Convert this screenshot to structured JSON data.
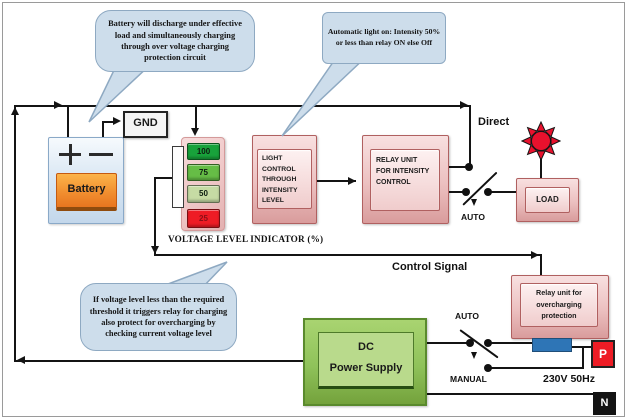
{
  "callouts": {
    "battery_note": "Battery will discharge under effective load and simultaneously charging through over voltage charging protection circuit",
    "auto_light_note": "Automatic light on: Intensity 50% or less than relay ON else Off",
    "threshold_note": "If voltage level less than the required threshold it triggers relay for charging also protect for overcharging by checking current voltage level"
  },
  "blocks": {
    "gnd": "GND",
    "battery": "Battery",
    "light_control": {
      "lines": [
        "LIGHT CONTROL",
        "THROUGH",
        "INTENSITY",
        "LEVEL"
      ]
    },
    "relay_intensity": {
      "lines": [
        "RELAY UNIT",
        "FOR INTENSITY",
        "CONTROL"
      ]
    },
    "load": "LOAD",
    "relay_overcharge": {
      "lines": [
        "Relay unit for",
        "overcharging",
        "protection"
      ]
    },
    "dc_supply": {
      "lines": [
        "DC",
        "Power Supply"
      ]
    },
    "phase": "P",
    "neutral": "N"
  },
  "indicator": {
    "title": "VOLTAGE LEVEL INDICATOR (%)",
    "segments": [
      {
        "value": "100",
        "color": "#18a23b"
      },
      {
        "value": "75",
        "color": "#66bd46"
      },
      {
        "value": "50",
        "color": "#c6dba4"
      },
      {
        "value": "25",
        "color": "#ee1c25"
      }
    ]
  },
  "labels": {
    "direct": "Direct",
    "auto_top": "AUTO",
    "control_signal": "Control Signal",
    "auto_bottom": "AUTO",
    "manual": "MANUAL",
    "mains": "230V 50Hz"
  },
  "colors": {
    "callout_fill": "#cdddeb",
    "callout_border": "#8ea9c2",
    "pink_border": "#b06060",
    "battery_inner_orange": "#f08c2e",
    "dc_green": "#8fc25a",
    "blue_bar": "#2e75b6",
    "phase_red": "#ee1c25",
    "neutral_black": "#141414",
    "sun_red": "#e8112d"
  }
}
